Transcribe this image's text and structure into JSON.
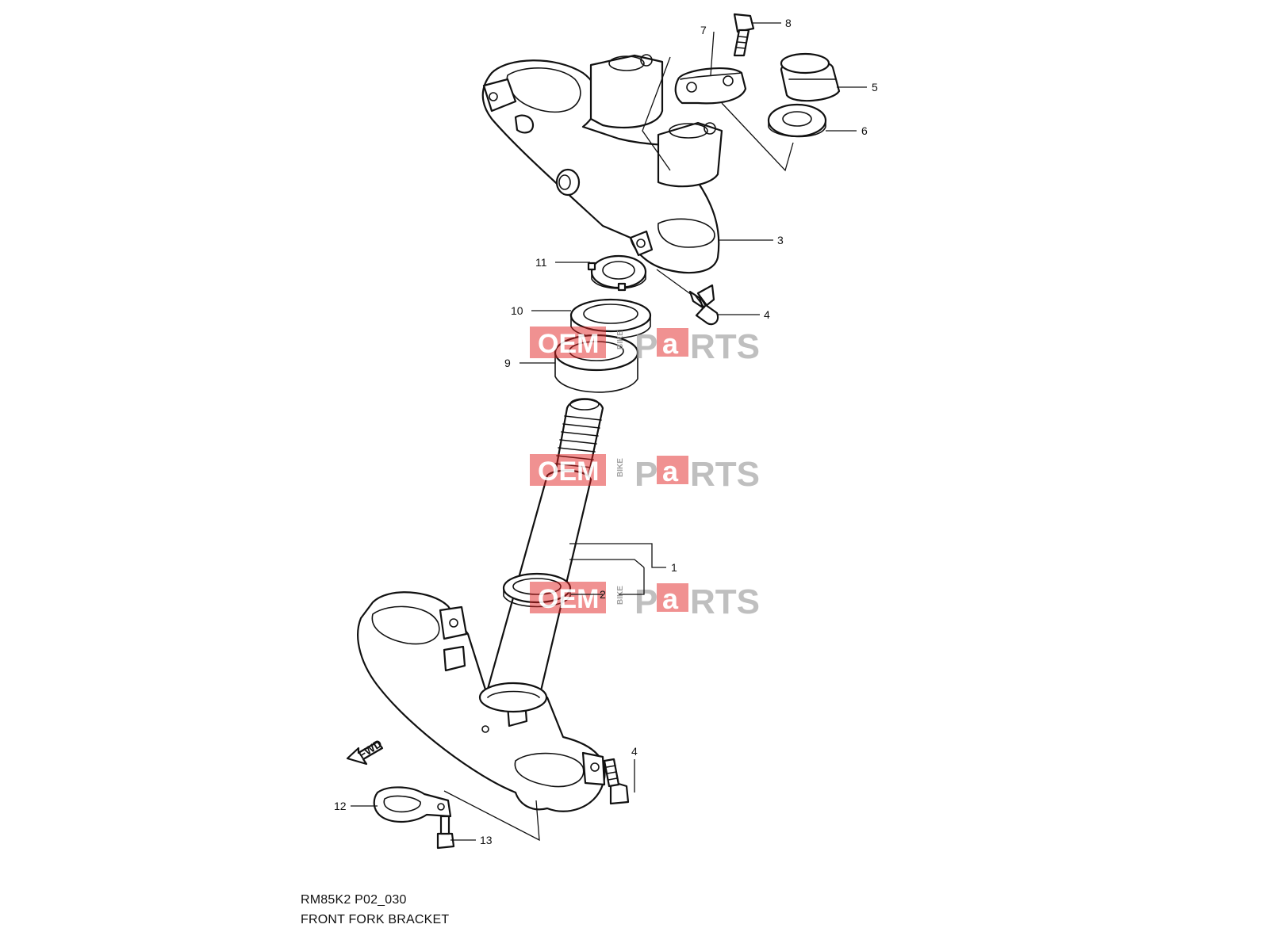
{
  "diagram": {
    "model_code": "RM85K2 P02_030",
    "title": "FRONT FORK BRACKET",
    "direction_label": "FWD",
    "callouts": {
      "c1": "1",
      "c2": "2",
      "c3": "3",
      "c4a": "4",
      "c4b": "4",
      "c5": "5",
      "c6": "6",
      "c7": "7",
      "c8": "8",
      "c9": "9",
      "c10": "10",
      "c11": "11",
      "c12": "12",
      "c13": "13"
    }
  },
  "watermark": {
    "left_text": "OEM",
    "mid_text": "BIKE",
    "right_text_a": "P",
    "right_text_b": "a",
    "right_text_c": "RTS",
    "colors": {
      "red": "#e02020",
      "gray": "#9a9a9a"
    }
  }
}
